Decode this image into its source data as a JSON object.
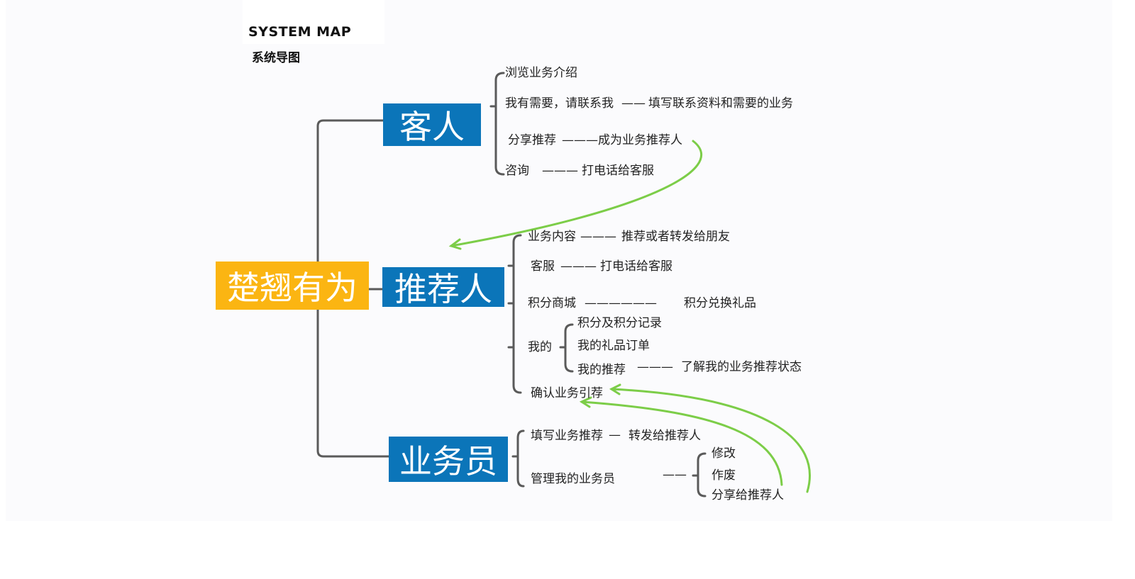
{
  "title": {
    "en": "SYSTEM MAP",
    "zh": "系统导图"
  },
  "colors": {
    "root": "#fbb512",
    "branch": "#0b75b9",
    "connector": "#5a5a5a",
    "arrow": "#7ccd48"
  },
  "root": {
    "label": "楚翘有为"
  },
  "guest": {
    "label": "客人",
    "items": [
      {
        "label": "浏览业务介绍",
        "dash": "",
        "target": ""
      },
      {
        "label": "我有需要，请联系我",
        "dash": "——",
        "target": "填写联系资料和需要的业务"
      },
      {
        "label": "分享推荐",
        "dash": "———",
        "target": "成为业务推荐人"
      },
      {
        "label": "咨询",
        "dash": "———",
        "target": "打电话给客服"
      }
    ]
  },
  "referrer": {
    "label": "推荐人",
    "items": [
      {
        "label": "业务内容",
        "dash": "———",
        "target": "推荐或者转发给朋友"
      },
      {
        "label": "客服",
        "dash": "———",
        "target": "打电话给客服"
      },
      {
        "label": "积分商城",
        "dash": "——————",
        "target": "积分兑换礼品"
      }
    ],
    "mine": {
      "label": "我的",
      "items": [
        {
          "label": "积分及积分记录",
          "dash": "",
          "target": ""
        },
        {
          "label": "我的礼品订单",
          "dash": "",
          "target": ""
        },
        {
          "label": "我的推荐",
          "dash": "———",
          "target": "了解我的业务推荐状态"
        }
      ]
    },
    "confirm": {
      "label": "确认业务引荐"
    }
  },
  "salesperson": {
    "label": "业务员",
    "items": [
      {
        "label": "填写业务推荐",
        "dash": "—",
        "target": "转发给推荐人"
      },
      {
        "label": "管理我的业务员",
        "dash": "——",
        "target": ""
      }
    ],
    "manage_sub": [
      {
        "label": "修改"
      },
      {
        "label": "作废"
      },
      {
        "label": "分享给推荐人"
      }
    ]
  }
}
